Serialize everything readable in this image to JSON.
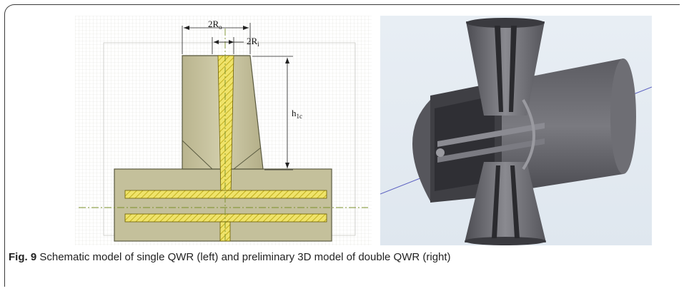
{
  "figure": {
    "label": "Fig. 9",
    "caption": "Schematic model of single QWR (left) and preliminary 3D model of double QWR (right)"
  },
  "schematic": {
    "dim_outer": "2R",
    "dim_outer_sub": "o",
    "dim_inner": "2R",
    "dim_inner_sub": "i",
    "dim_height": "h",
    "dim_height_sub": "1c"
  },
  "colors": {
    "body_fill": "#c5c19c",
    "hatch": "#e6d200",
    "grid_bg": "#f2f2ee",
    "render_bg": "#e4ebf2",
    "metal_dark": "#4a4a4e",
    "metal_mid": "#6a6a70"
  }
}
